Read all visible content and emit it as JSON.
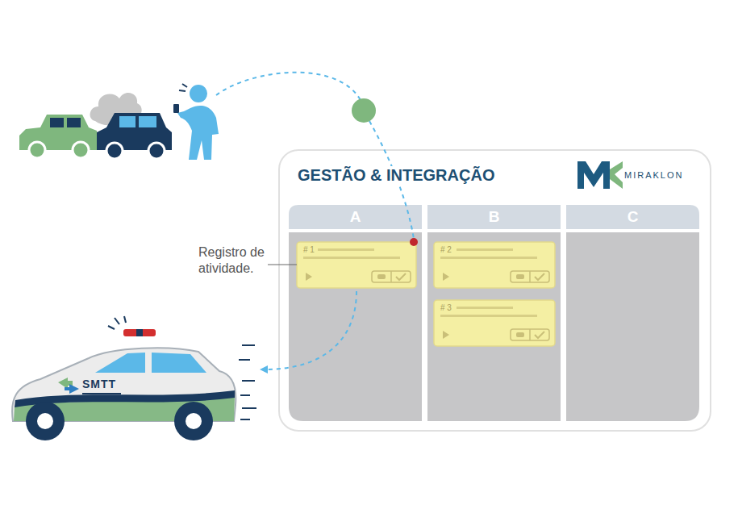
{
  "diagram": {
    "nodes": [
      {
        "text": [
          "GESTÃO & INTEGRAÇÃO"
        ]
      },
      {
        "text": [
          "A"
        ],
        "in": 0
      },
      {
        "text": [
          "B"
        ],
        "in": 0
      },
      {
        "text": [
          "C"
        ],
        "in": 0
      },
      {
        "text": [
          "# 1"
        ],
        "in": 1
      },
      {
        "text": [
          "# 2"
        ],
        "in": 2
      },
      {
        "text": [
          "# 3"
        ],
        "in": 2
      },
      {
        "text": [
          "SMTT"
        ]
      }
    ],
    "edges": [
      {
        "from": 4,
        "to": 7,
        "arrow": "to"
      }
    ],
    "labels": [
      "MIRAKLON",
      "Registro de atividade."
    ]
  }
}
